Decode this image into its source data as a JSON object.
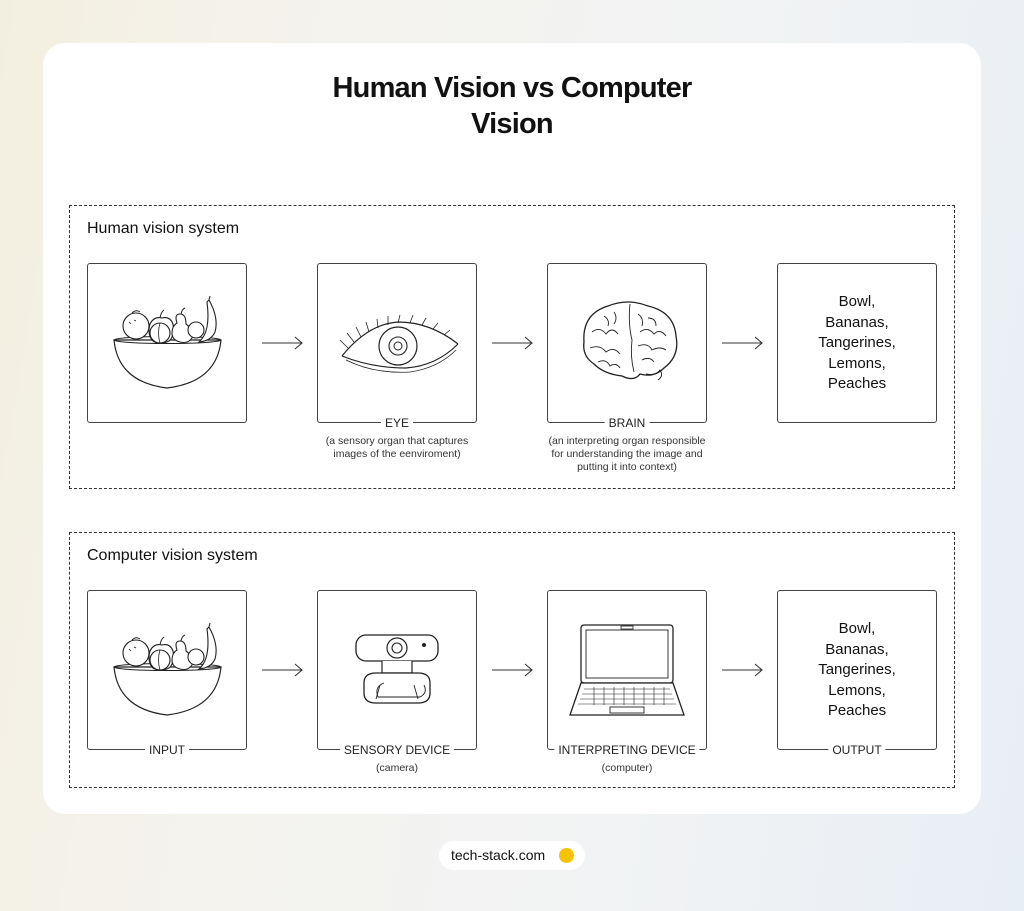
{
  "title": {
    "line1": "Human Vision vs Computer",
    "line2": "Vision"
  },
  "human": {
    "title": "Human vision system",
    "eye": {
      "label": "EYE",
      "desc_line1": "(a sensory organ that captures",
      "desc_line2": "images of the eenviroment)"
    },
    "brain": {
      "label": "BRAIN",
      "desc_line1": "(an interpreting organ responsible",
      "desc_line2": "for understanding the image and",
      "desc_line3": "putting it into context)"
    },
    "output": [
      "Bowl,",
      "Bananas,",
      "Tangerines,",
      "Lemons,",
      "Peaches"
    ]
  },
  "computer": {
    "title": "Computer vision system",
    "input": {
      "label": "INPUT"
    },
    "sensor": {
      "label": "SENSORY DEVICE",
      "desc": "(camera)"
    },
    "interp": {
      "label": "INTERPRETING DEVICE",
      "desc": "(computer)"
    },
    "output": {
      "label": "OUTPUT",
      "items": [
        "Bowl,",
        "Bananas,",
        "Tangerines,",
        "Lemons,",
        "Peaches"
      ]
    }
  },
  "footer": {
    "text": "tech-stack.com",
    "dot_color": "#f7c300"
  }
}
